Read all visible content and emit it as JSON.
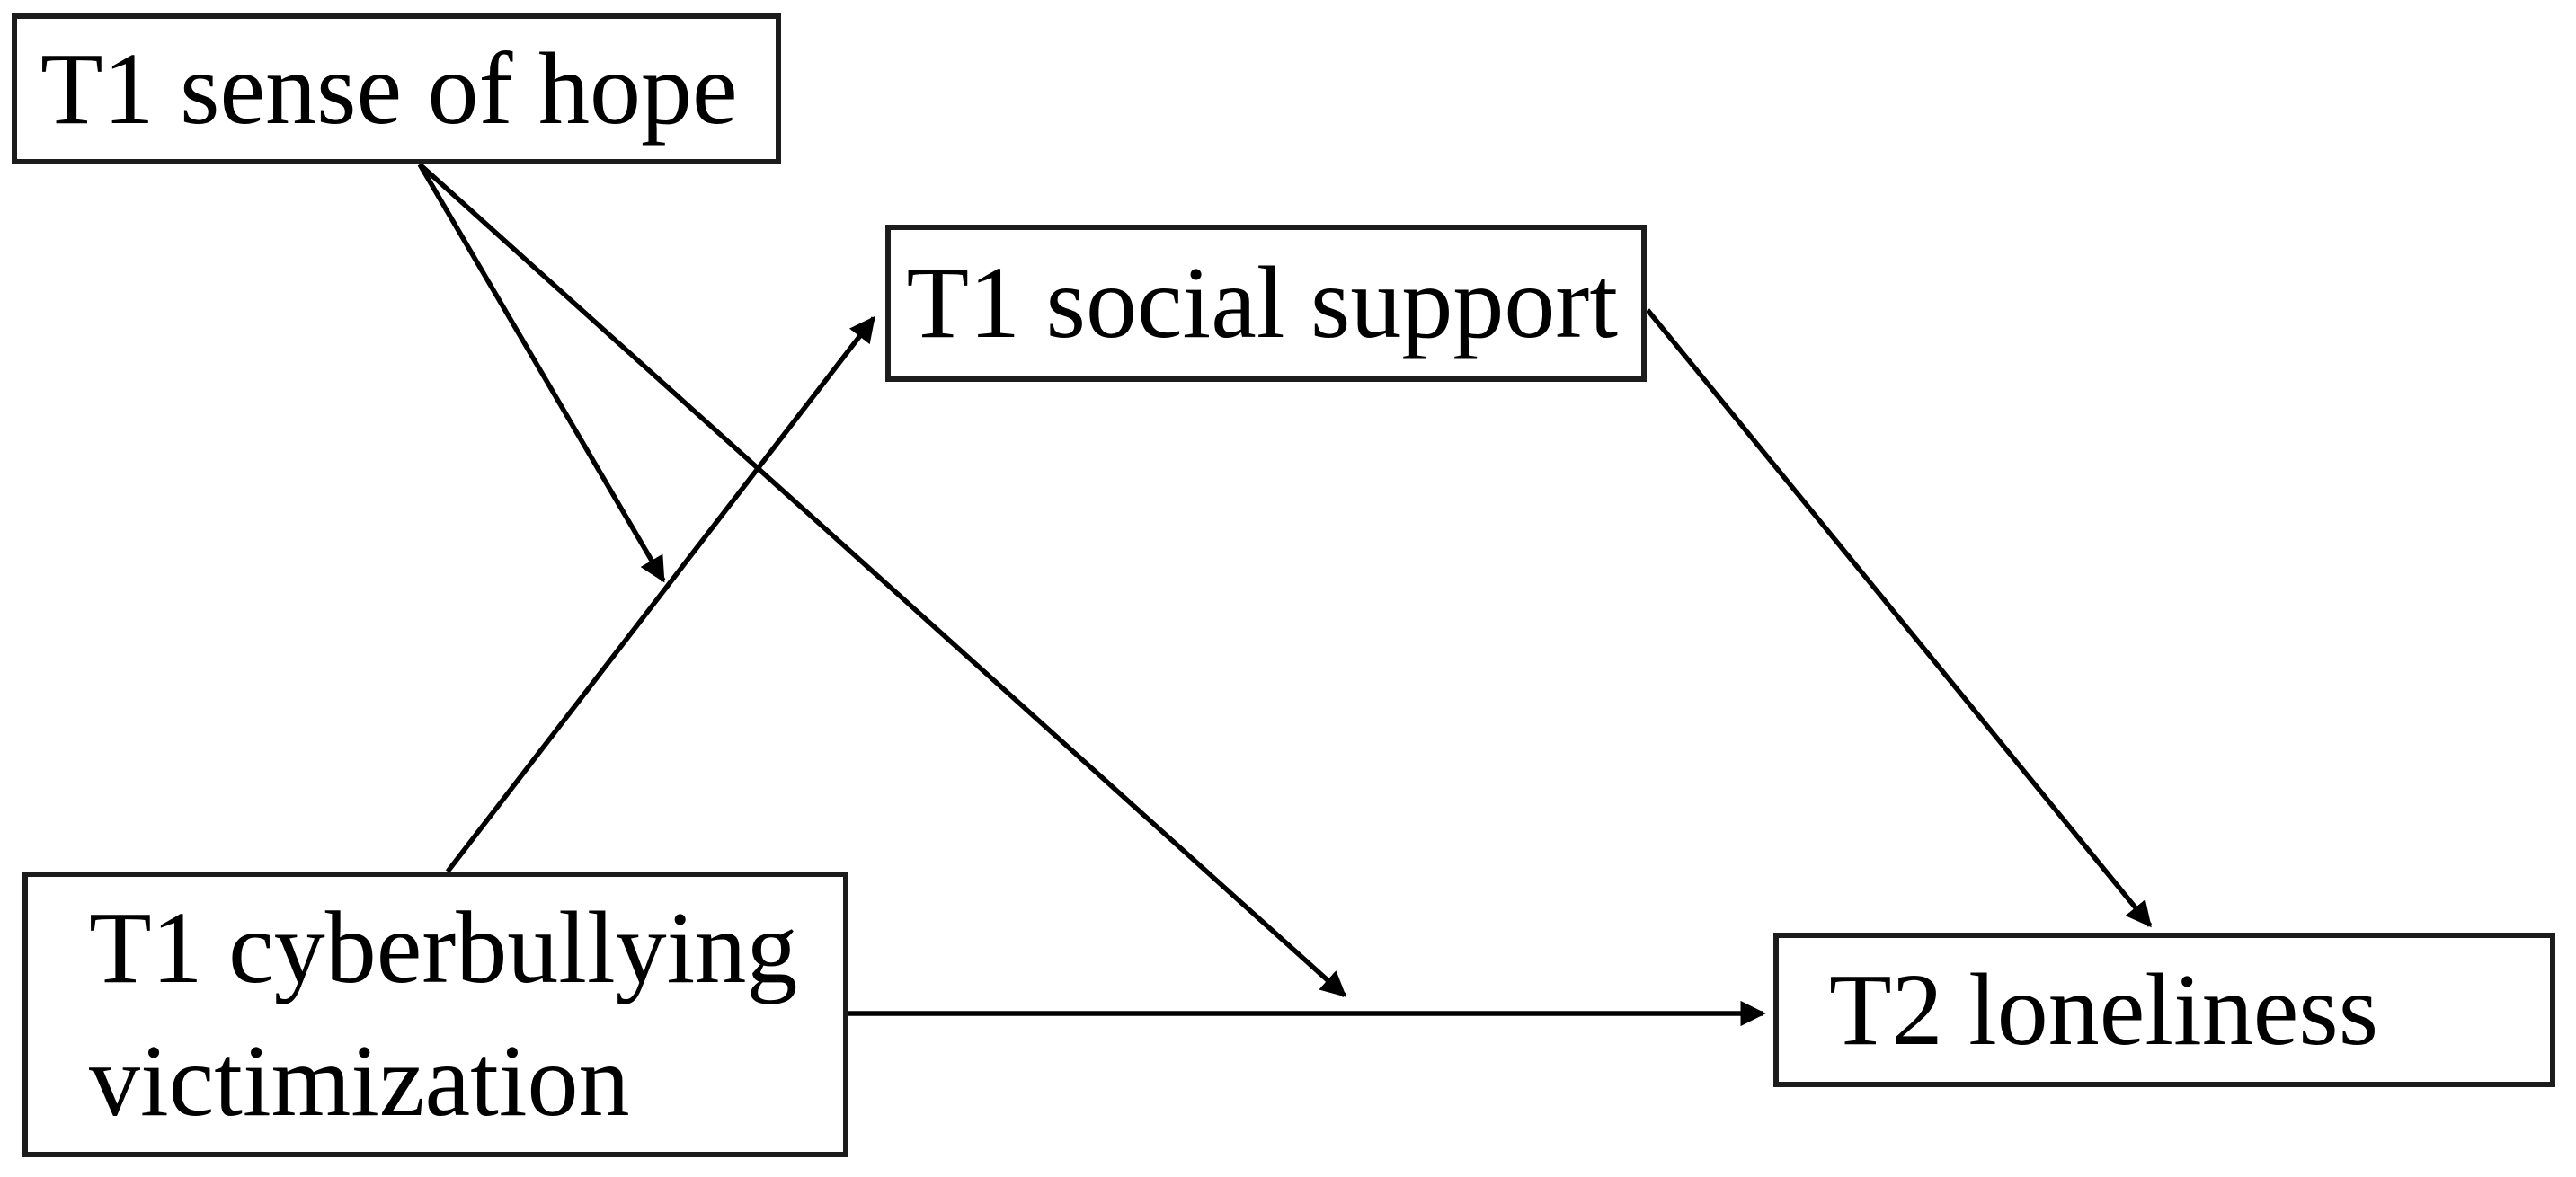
{
  "diagram": {
    "background_color": "#ffffff",
    "line_color": "#000000",
    "box_border_color": "#1c1c1c",
    "nodes": [
      {
        "id": "t1_sense_of_hope",
        "label": "T1 sense of hope"
      },
      {
        "id": "t1_social_support",
        "label": "T1 social support"
      },
      {
        "id": "t1_cyberbullying_victimization",
        "label": "T1 cyberbullying victimization"
      },
      {
        "id": "t2_loneliness",
        "label": "T2 loneliness"
      }
    ],
    "edges": [
      {
        "from": "t1_cyberbullying_victimization",
        "to": "t1_social_support",
        "type": "direct"
      },
      {
        "from": "t1_cyberbullying_victimization",
        "to": "t2_loneliness",
        "type": "direct"
      },
      {
        "from": "t1_social_support",
        "to": "t2_loneliness",
        "type": "direct"
      },
      {
        "from": "t1_sense_of_hope",
        "to": "path: t1_cyberbullying_victimization -> t1_social_support",
        "type": "moderation"
      },
      {
        "from": "t1_sense_of_hope",
        "to": "path: t1_cyberbullying_victimization -> t2_loneliness",
        "type": "moderation"
      }
    ]
  }
}
